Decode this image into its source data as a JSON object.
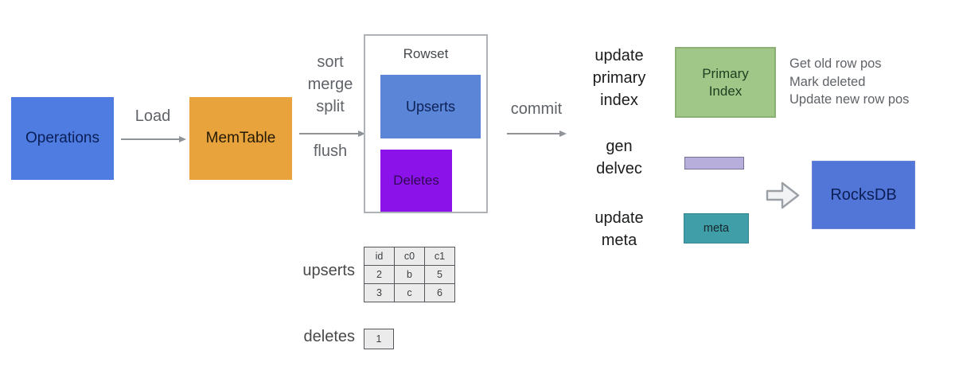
{
  "flow": {
    "operations": "Operations",
    "load": "Load",
    "memtable": "MemTable",
    "sort_merge_split": "sort\nmerge\nsplit",
    "flush": "flush",
    "rowset_title": "Rowset",
    "upserts": "Upserts",
    "deletes": "Deletes",
    "commit": "commit"
  },
  "right": {
    "update_primary_index": "update\nprimary\nindex",
    "primary_index": "Primary\nIndex",
    "primary_index_notes": "Get old row pos\nMark deleted\nUpdate new row pos",
    "gen_delvec": "gen\ndelvec",
    "update_meta": "update\nmeta",
    "meta": "meta",
    "rocksdb": "RocksDB"
  },
  "detail": {
    "upserts_label": "upserts",
    "deletes_label": "deletes",
    "table": {
      "headers": [
        "id",
        "c0",
        "c1"
      ],
      "rows": [
        [
          "2",
          "b",
          "5"
        ],
        [
          "3",
          "c",
          "6"
        ]
      ]
    },
    "delete_value": "1"
  },
  "colors": {
    "operations_fill": "#4e7ce0",
    "memtable_fill": "#e8a33d",
    "upserts_fill": "#5b85d6",
    "deletes_fill": "#8c12ea",
    "primary_index_fill": "#a0c788",
    "delvec_fill": "#b7aedb",
    "meta_fill": "#3f9ea8",
    "rocksdb_fill": "#5276d8",
    "label_gray": "#5f6368",
    "label_black": "#1b1c1e"
  }
}
